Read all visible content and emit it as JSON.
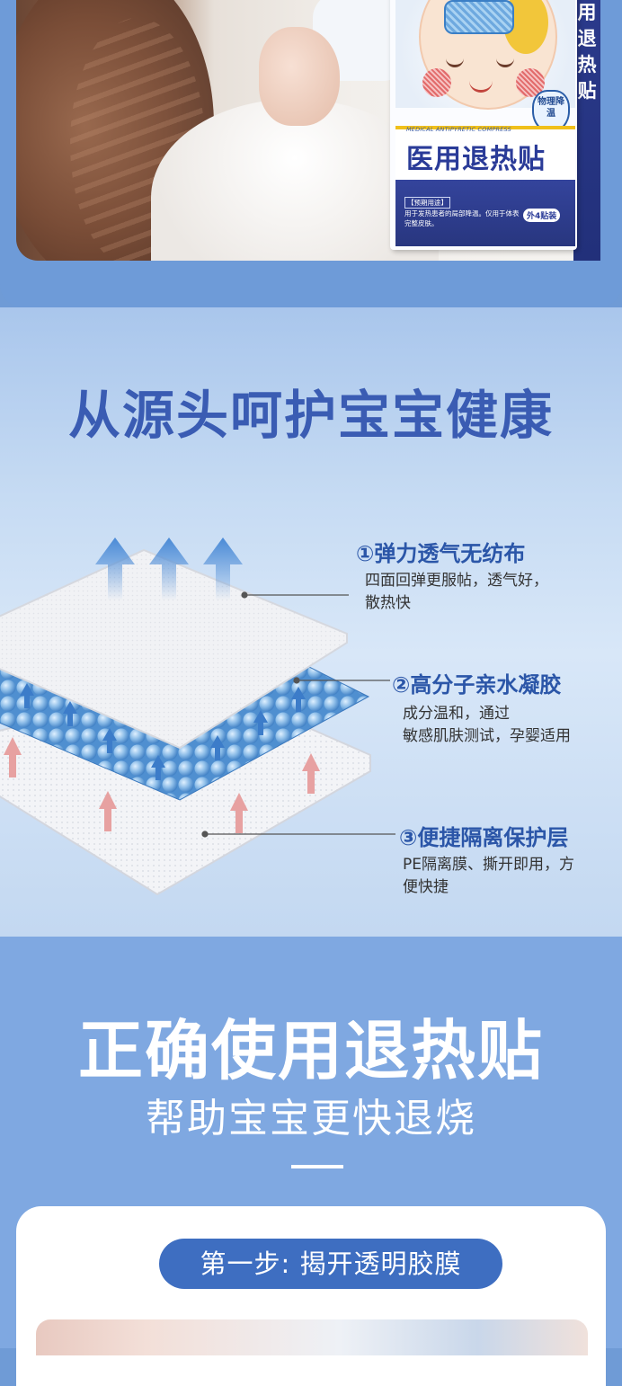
{
  "hero": {
    "box_side_text": "用退热贴",
    "shield_text": "物理降温",
    "box_english": "MEDICAL ANTIPYRETIC COMPRESS",
    "box_name": "医用退热贴",
    "box_use_title": "【预期用途】",
    "box_use_desc": "用于发热患者的局部降温。仅用于体表完整皮肤。",
    "box_count": "外4贴装"
  },
  "layers_section": {
    "title": "从源头呵护宝宝健康",
    "layers": [
      {
        "title": "①弹力透气无纺布",
        "desc_lines": [
          "四面回弹更服帖，透气好，",
          "散热快"
        ]
      },
      {
        "title": "②高分子亲水凝胶",
        "desc_lines": [
          "成分温和，通过",
          "敏感肌肤测试，孕婴适用"
        ]
      },
      {
        "title": "③便捷隔离保护层",
        "desc_lines": [
          "PE隔离膜、撕开即用，方",
          "便快捷"
        ]
      }
    ]
  },
  "usage_section": {
    "title": "正确使用退热贴",
    "subtitle": "帮助宝宝更快退烧",
    "step1": "第一步: 揭开透明胶膜"
  },
  "colors": {
    "brand_blue": "#2a3b98",
    "accent_blue": "#3e6ec1",
    "section_blue": "#7fa8e1"
  }
}
